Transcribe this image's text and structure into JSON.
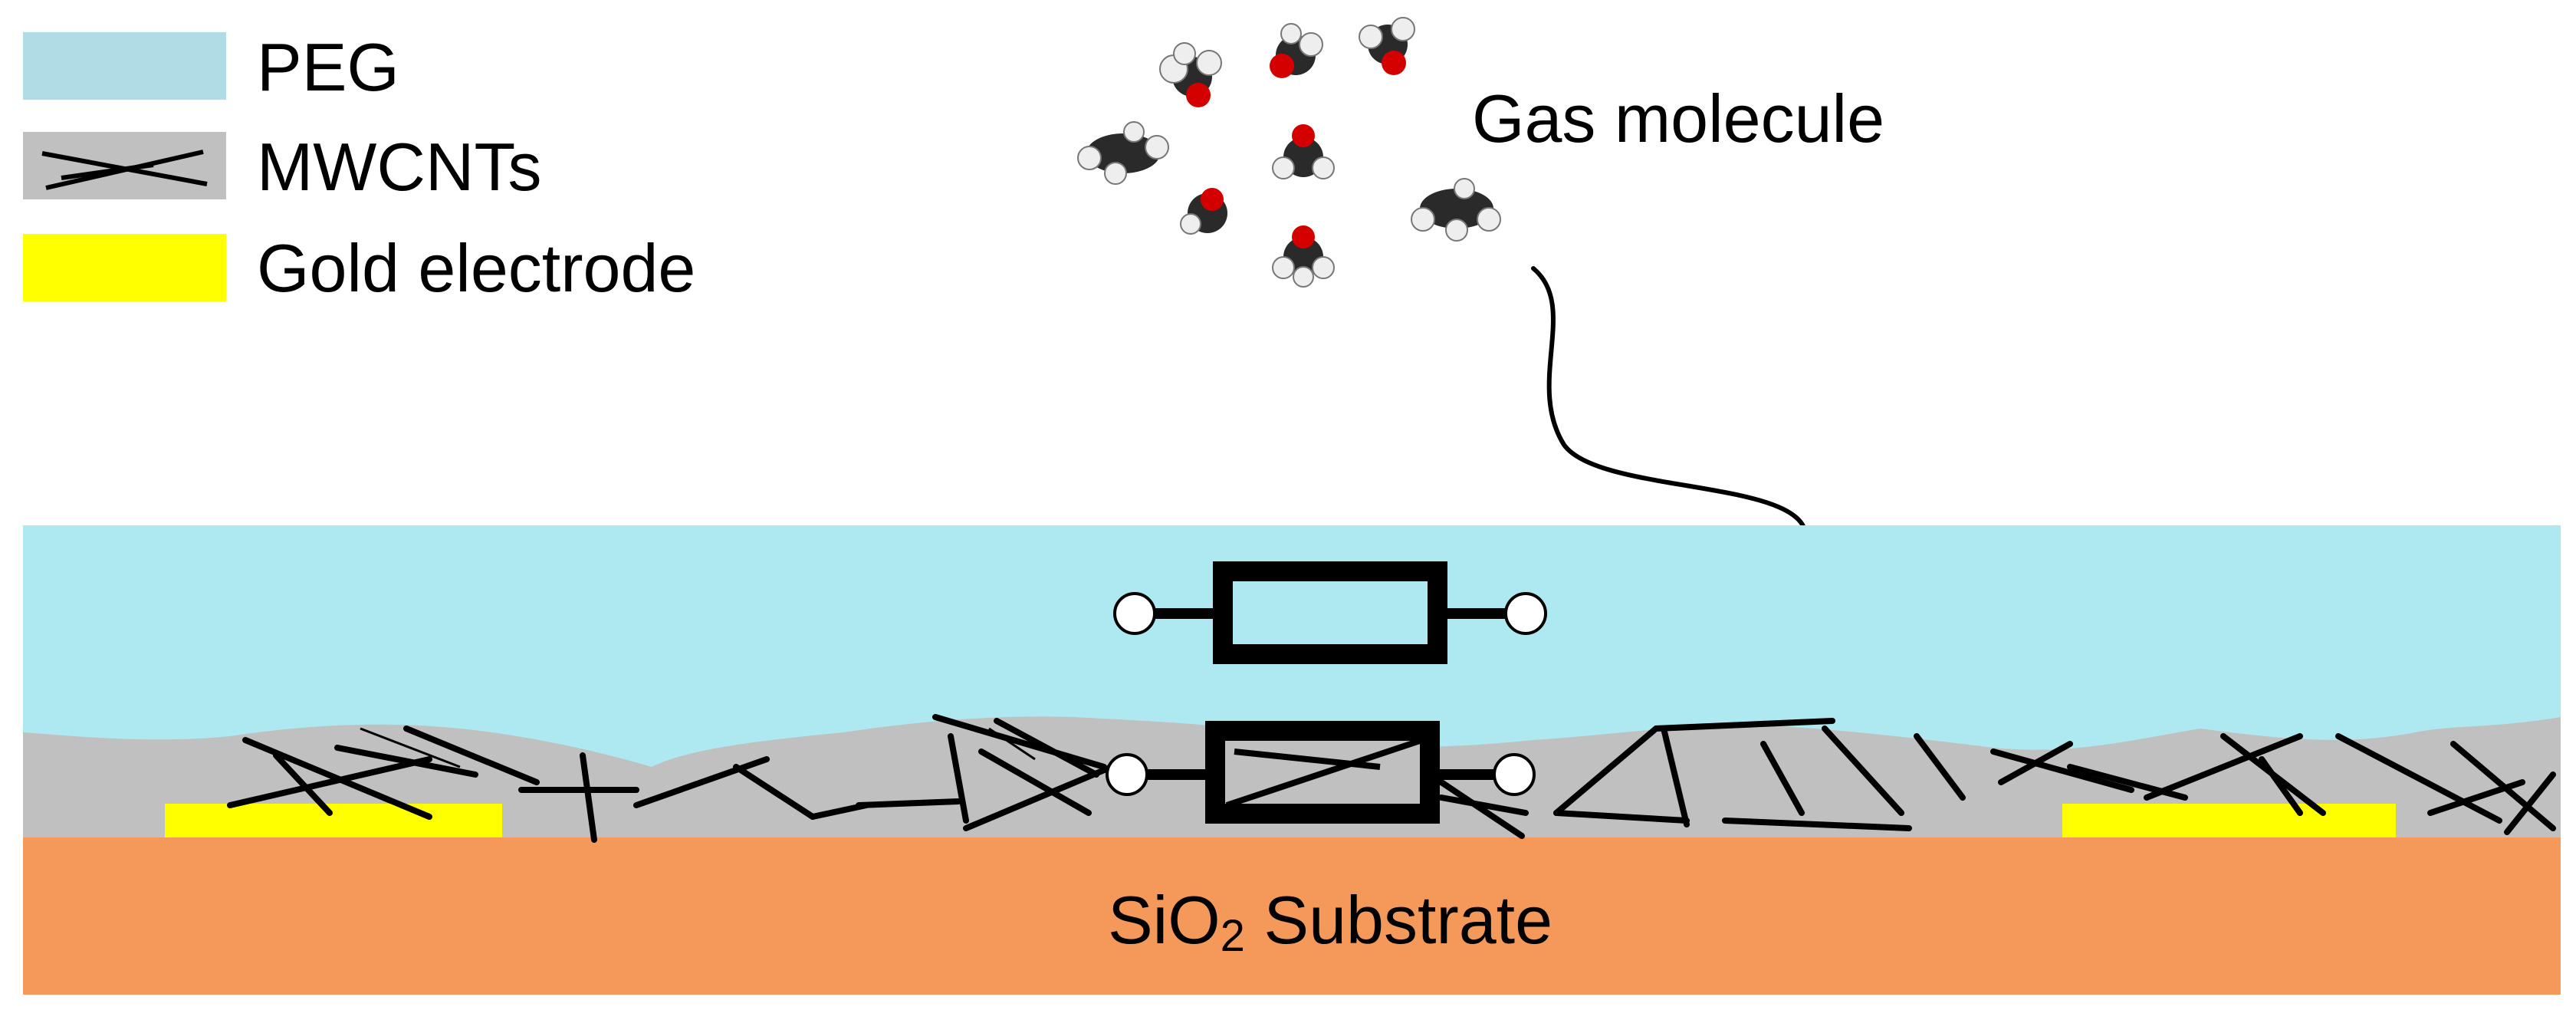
{
  "legend": {
    "items": [
      {
        "label": "PEG",
        "swatch": "peg"
      },
      {
        "label": "MWCNTs",
        "swatch": "mwcnt"
      },
      {
        "label": "Gold electrode",
        "swatch": "gold"
      }
    ]
  },
  "gas": {
    "label": "Gas molecule"
  },
  "substrate": {
    "label_main": "SiO",
    "label_sub": "2",
    "label_rest": " Substrate"
  },
  "colors": {
    "peg": "#aee8f0",
    "peg_swatch": "#b0dce6",
    "mwcnt_bg": "#c0c0c0",
    "gold": "#ffff00",
    "substrate": "#f4995a",
    "molecule_carbon": "#2a2a2a",
    "molecule_oxygen": "#d40000",
    "molecule_hydrogen": "#eeeeee"
  },
  "icons": {
    "arrow": "curved-arrow-icon",
    "molecule": "gas-molecule-icon",
    "dipole": "dipole-rectangle-icon"
  }
}
